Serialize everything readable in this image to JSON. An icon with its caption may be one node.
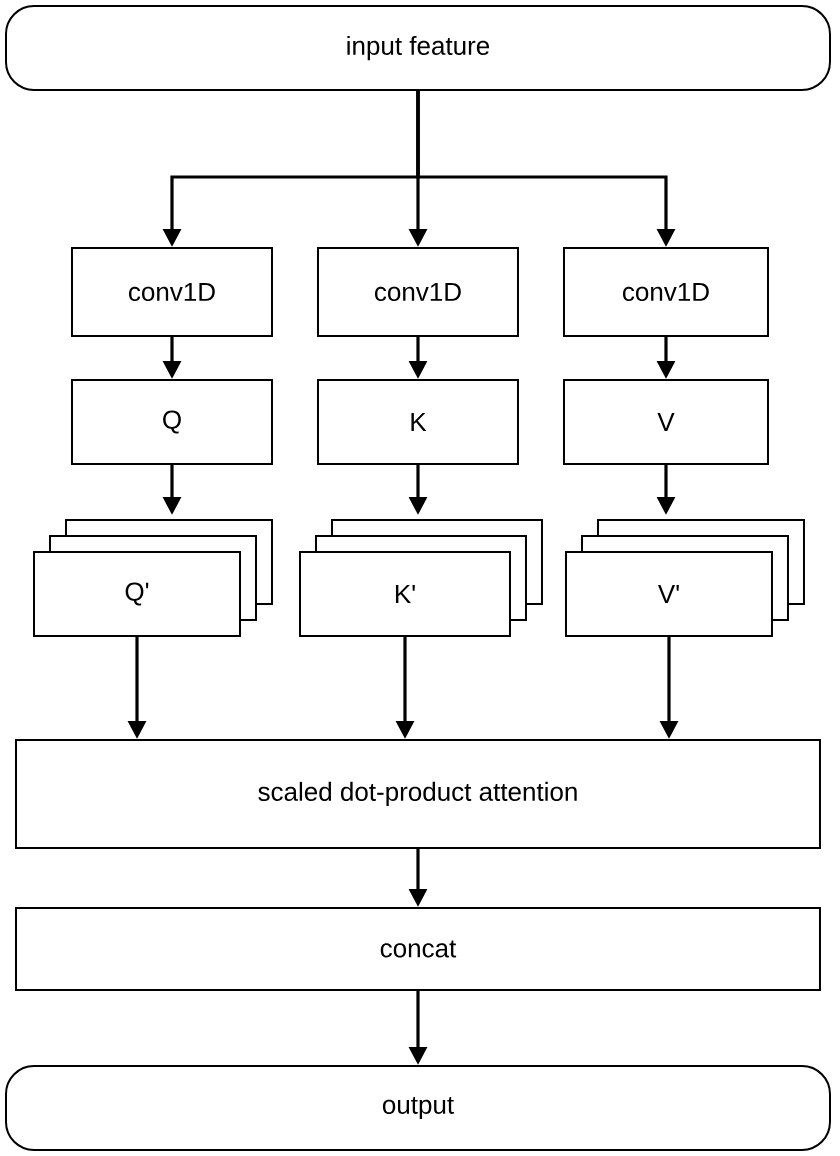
{
  "diagram": {
    "nodes": [
      {
        "text": [
          "input feature"
        ]
      },
      {
        "text": [
          "conv1D"
        ]
      },
      {
        "text": [
          "conv1D"
        ]
      },
      {
        "text": [
          "conv1D"
        ]
      },
      {
        "text": [
          "Q"
        ]
      },
      {
        "text": [
          "K"
        ]
      },
      {
        "text": [
          "V"
        ]
      },
      {
        "text": [
          "Q'"
        ]
      },
      {
        "text": [
          "K'"
        ]
      },
      {
        "text": [
          "V'"
        ]
      },
      {
        "text": [
          "scaled dot-product attention"
        ]
      },
      {
        "text": [
          "concat"
        ]
      },
      {
        "text": [
          "output"
        ]
      }
    ],
    "edges": [
      {
        "from": 0,
        "to": 1,
        "arrow": "to"
      },
      {
        "from": 0,
        "to": 2,
        "arrow": "to"
      },
      {
        "from": 0,
        "to": 3,
        "arrow": "to"
      },
      {
        "from": 1,
        "to": 4,
        "arrow": "to"
      },
      {
        "from": 2,
        "to": 5,
        "arrow": "to"
      },
      {
        "from": 3,
        "to": 6,
        "arrow": "to"
      },
      {
        "from": 4,
        "to": 7,
        "arrow": "to"
      },
      {
        "from": 5,
        "to": 8,
        "arrow": "to"
      },
      {
        "from": 6,
        "to": 9,
        "arrow": "to"
      },
      {
        "from": 7,
        "to": 10,
        "arrow": "to"
      },
      {
        "from": 8,
        "to": 10,
        "arrow": "to"
      },
      {
        "from": 9,
        "to": 10,
        "arrow": "to"
      },
      {
        "from": 10,
        "to": 11,
        "arrow": "to"
      },
      {
        "from": 11,
        "to": 12,
        "arrow": "to"
      }
    ]
  }
}
